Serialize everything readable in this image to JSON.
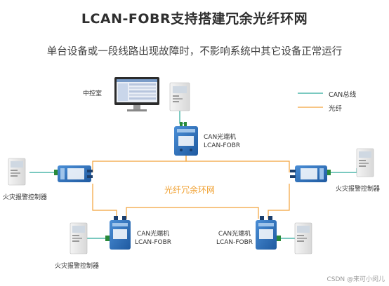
{
  "title": "LCAN-FOBR支持搭建冗余光纤环网",
  "subtitle": "单台设备或一段线路出现故障时，不影响系统中其它设备正常运行",
  "legend": {
    "can_bus": "CAN总线",
    "fiber": "光纤"
  },
  "colors": {
    "can_bus": "#2aa99a",
    "fiber": "#f2a23a",
    "device_blue": "#2f6db5"
  },
  "ring_label": "光纤冗余环网",
  "control_room": "中控室",
  "devices": {
    "top": {
      "line1": "CAN光端机",
      "line2": "LCAN-FOBR"
    },
    "bottom_left": {
      "line1": "CAN光端机",
      "line2": "LCAN-FOBR"
    },
    "bottom_right": {
      "line1": "CAN光端机",
      "line2": "LCAN-FOBR"
    }
  },
  "fire_panels": {
    "left": "火灾报警控制器",
    "right": "火灾报警控制器",
    "bottom": "火灾报警控制器"
  },
  "watermark": "CSDN @来可小闵儿"
}
